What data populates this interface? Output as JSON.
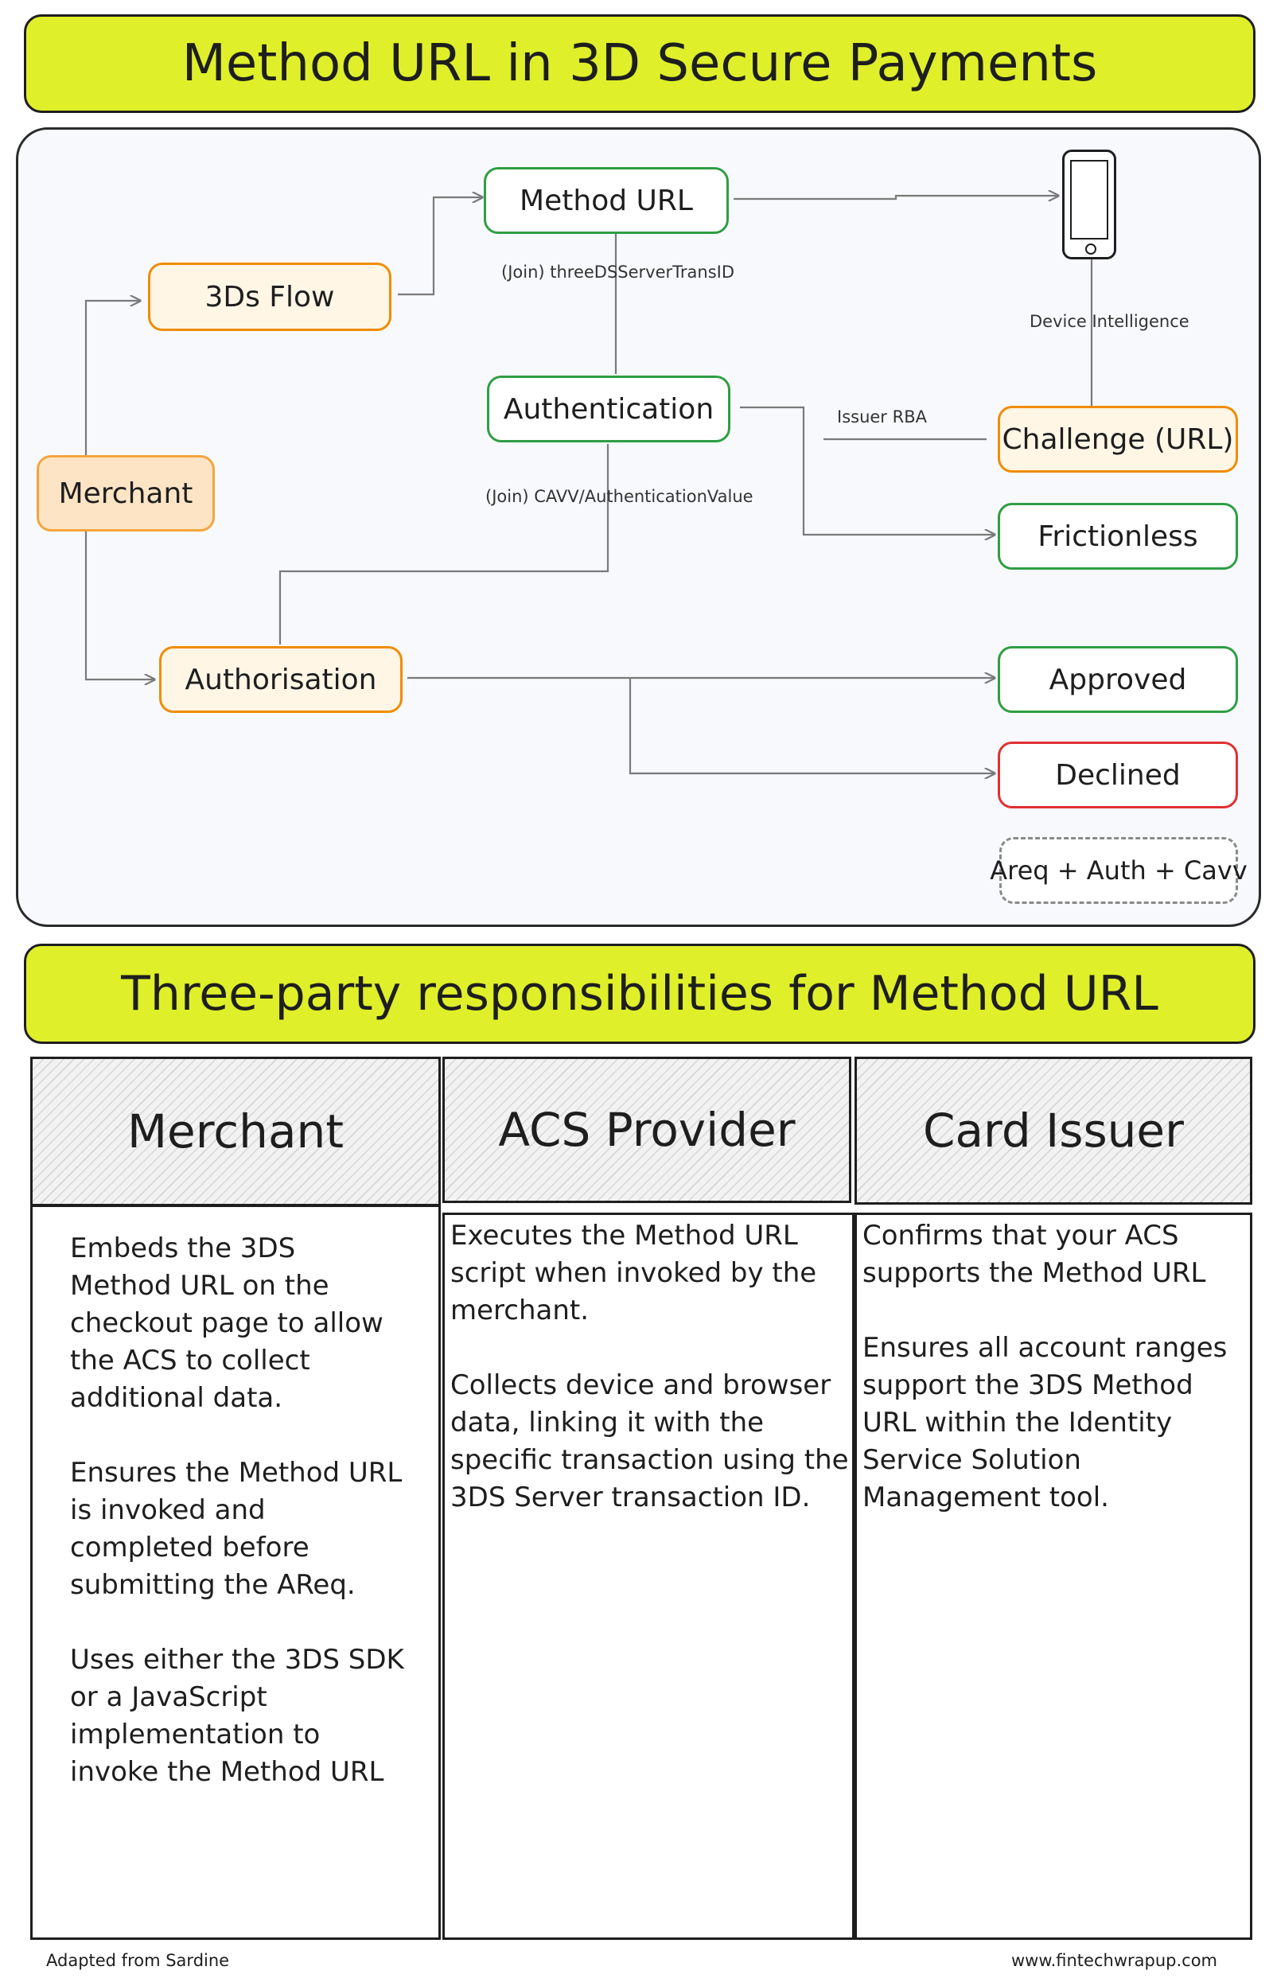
{
  "title": "Method URL in 3D Secure Payments",
  "diagram": {
    "nodes": {
      "merchant": "Merchant",
      "threeds_flow": "3Ds Flow",
      "method_url": "Method URL",
      "authentication": "Authentication",
      "authorisation": "Authorisation",
      "challenge": "Challenge (URL)",
      "frictionless": "Frictionless",
      "approved": "Approved",
      "declined": "Declined",
      "legend": "Areq + Auth + Cavv"
    },
    "edge_labels": {
      "join_trans_id": "(Join) threeDSServerTransID",
      "join_cavv": "(Join) CAVV/AuthenticationValue",
      "issuer_rba": "Issuer RBA",
      "device_intelligence": "Device Intelligence"
    },
    "icons": [
      "smartphone-icon"
    ],
    "colors": {
      "banner": "#dff02a",
      "orange": "#f08c00",
      "green": "#2f9e44",
      "red": "#e03131"
    }
  },
  "section_title": "Three-party responsibilities for Method URL",
  "table": {
    "headers": [
      "Merchant",
      "ACS Provider",
      "Card Issuer"
    ],
    "columns": [
      [
        "Embeds the 3DS Method URL on the checkout page to allow the ACS to collect additional data.",
        "Ensures the Method URL is invoked and completed before submitting the AReq.",
        "Uses either the 3DS SDK or a JavaScript implementation to invoke the Method URL"
      ],
      [
        "Executes the Method URL script when invoked by the merchant.",
        "Collects device and browser data, linking it with the specific transaction using the 3DS Server transaction ID."
      ],
      [
        "Confirms that your ACS supports the Method URL",
        "Ensures all account ranges support the 3DS Method URL within the Identity Service Solution Management tool."
      ]
    ]
  },
  "footer": {
    "left": "Adapted from Sardine",
    "right": "www.fintechwrapup.com"
  }
}
